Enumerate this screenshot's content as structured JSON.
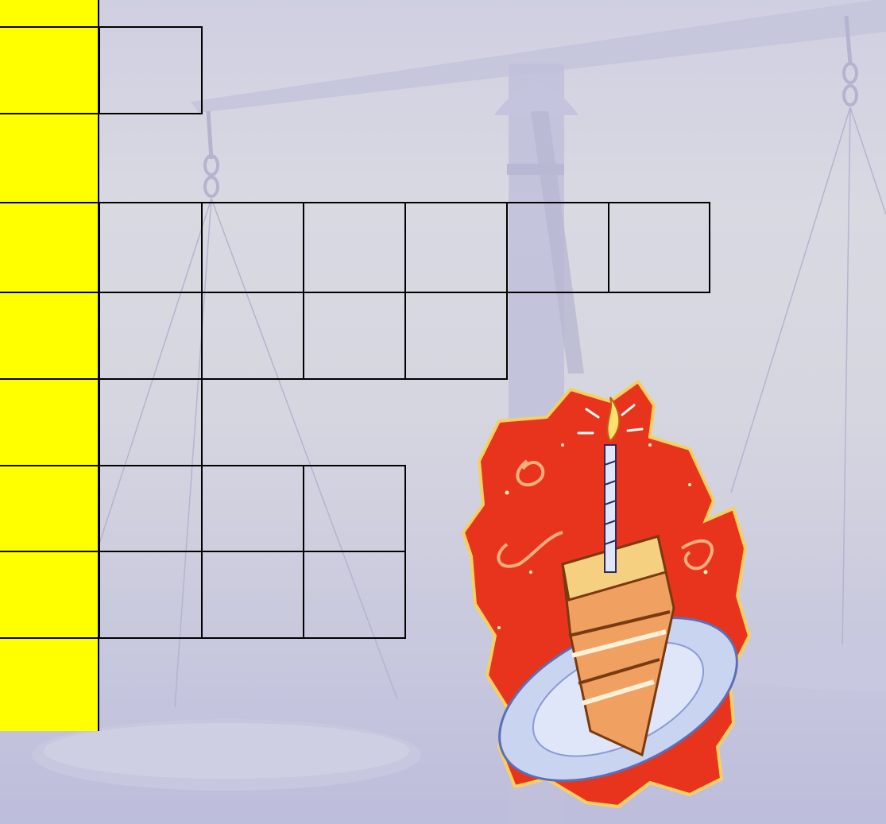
{
  "crossword": {
    "row_lengths": [
      1,
      0,
      6,
      4,
      1,
      3,
      3,
      0
    ],
    "key_column_color": "#ffff00",
    "grid_line_color": "#000000"
  },
  "background": {
    "motif": "balance-scale",
    "tone": "#c8c8dc"
  },
  "illustration": {
    "name": "birthday-cake-slice-clipart",
    "colors": [
      "#e8341c",
      "#f5c56a",
      "#f0a060",
      "#c8d4f0"
    ]
  }
}
